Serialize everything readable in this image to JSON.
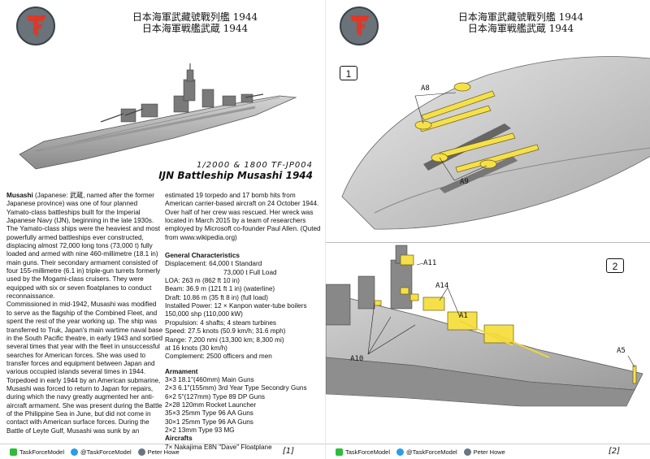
{
  "header": {
    "title_line1": "日本海軍武藏號戰列艦 1944",
    "title_line2": "日本海軍戦艦武蔵 1944"
  },
  "model": {
    "scale_code": "1/2000 & 1800 TF-JP004",
    "name": "IJN Battleship Musashi 1944"
  },
  "description": {
    "col1": [
      {
        "bold": "Musashi",
        "text": " (Japanese: 武蔵, named after the former Japanese province) was one of four planned Yamato-class battleships built for the Imperial Japanese Navy (IJN), beginning in the late 1930s. The Yamato-class ships were the heaviest and most powerfully armed battleships ever constructed, displacing almost 72,000 long tons (73,000 t) fully loaded and armed with nine 460-millimetre (18.1 in) main guns. Their secondary armament consisted of four 155-millimetre (6.1 in) triple-gun turrets formerly used by the Mogami-class cruisers. They were equipped with six or seven floatplanes to conduct reconnaissance."
      },
      {
        "bold": "",
        "text": "Commissioned in mid-1942, Musashi was modified to serve as the flagship of the Combined Fleet, and spent the rest of the year working up. The ship was transferred to Truk, Japan's main wartime naval base in the South Pacific theatre, in early 1943 and sortied several times that year with the fleet in unsuccessful searches for American forces. She was used to transfer forces and equipment between Japan and various occupied islands several times in 1944. Torpedoed in early 1944 by an American submarine, Musashi was forced to return to Japan for repairs, during which the navy greatly augmented her anti-aircraft armament. She was present during the Battle of the Philippine Sea in June, but did not come in contact with American surface forces. During the Battle of Leyte Gulf, Musashi was sunk by an"
      }
    ],
    "col2_intro": "estimated 19 torpedo and 17 bomb hits from American carrier-based aircraft on 24 October 1944. Over half of her crew was rescued. Her wreck was located in March 2015 by a team of researchers employed by Microsoft co-founder Paul Allen. (Quted from www.wikipedia.org)"
  },
  "characteristics": {
    "heading": "General Characteristics",
    "lines": [
      "Displacement: 64,000 t Standard",
      "73,000 t Full Load",
      "LOA: 263 m (862 ft 10 in)",
      "Beam: 36.9 m (121 ft 1 in) (waterline)",
      "Draft: 10.86 m (35 ft 8 in) (full load)",
      "Installed Power: 12 × Kanpon water-tube boilers",
      "150,000 shp (110,000 kW)",
      "Propulsion: 4 shafts; 4 steam turbines",
      "Speed: 27.5 knots (50.9 km/h; 31.6 mph)",
      "Range: 7,200 nmi (13,300 km; 8,300 mi)",
      "at 16 knots (30 km/h)",
      "Complement: 2500 officers and men"
    ]
  },
  "armament": {
    "heading": "Armament",
    "lines": [
      "3×3 18.1\"(460mm) Main Guns",
      "2×3 6.1\"(155mm) 3rd Year Type Secondry Guns",
      "6×2 5\"(127mm) Type 89 DP Guns",
      "2×28 120mm Rocket Launcher",
      "35×3 25mm Type 96 AA Guns",
      "30×1 25mm Type 96 AA Guns",
      "2×2 13mm Type 93 MG"
    ]
  },
  "aircraft": {
    "heading": "Aircrafts",
    "lines": [
      "7× Nakajima E8N \"Dave\" Floatplane"
    ]
  },
  "footer": {
    "wechat": "TaskForceModel",
    "twitter": "@TaskForceModel",
    "author": "Peter Howe",
    "page_left": "[1]",
    "page_right": "[2]"
  },
  "steps": [
    {
      "number": "1",
      "callouts": [
        "A8",
        "A9"
      ]
    },
    {
      "number": "2",
      "callouts": [
        "A11",
        "A14",
        "A1",
        "A10",
        "A5"
      ]
    }
  ],
  "colors": {
    "part_highlight": "#f5e04a",
    "hull_gray": "#c9c9c9",
    "logo_red": "#d93a2a",
    "wechat_green": "#2dbd3a",
    "twitter_blue": "#2a9ce8"
  }
}
